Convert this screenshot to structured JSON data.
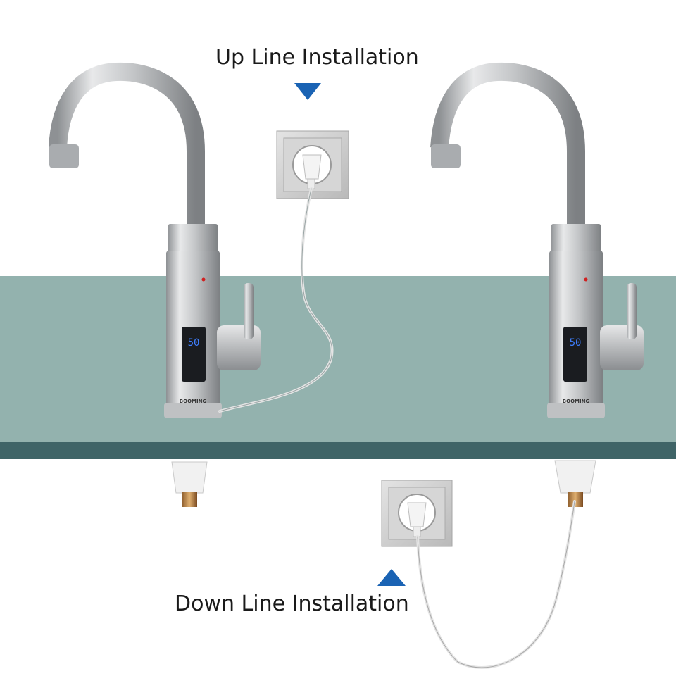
{
  "labels": {
    "up": "Up Line Installation",
    "down": "Down Line Installation"
  },
  "faucets": [
    {
      "display": "50",
      "brand": "BOOMING"
    },
    {
      "display": "50",
      "brand": "BOOMING"
    }
  ],
  "colors": {
    "counter_top": "#93b2ae",
    "counter_edge": "#3f6467",
    "arrow": "#1a63b4",
    "display_digits": "#3f7fff",
    "steel": "#c9cbcd"
  }
}
